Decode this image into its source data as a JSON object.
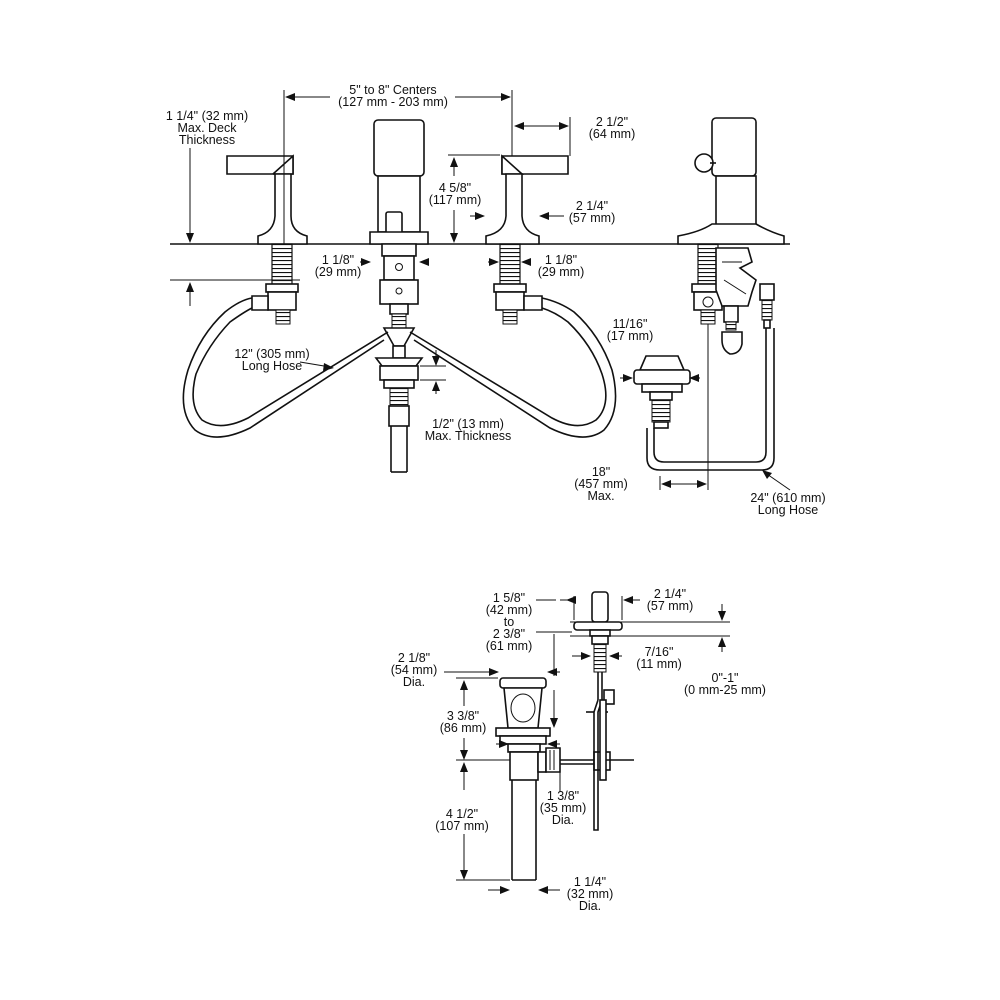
{
  "labels": {
    "centers": [
      "5\" to 8\" Centers",
      "(127 mm - 203 mm)"
    ],
    "deck_thickness": [
      "1 1/4\" (32 mm)",
      "Max. Deck",
      "Thickness"
    ],
    "handle_offset": [
      "2 1/2\"",
      "(64 mm)"
    ],
    "handle_height": [
      "4 5/8\"",
      "(117 mm)"
    ],
    "handle_base": [
      "2 1/4\"",
      "(57 mm)"
    ],
    "shank_left": [
      "1 1/8\"",
      "(29 mm)"
    ],
    "shank_right": [
      "1 1/8\"",
      "(29 mm)"
    ],
    "hose_12": [
      "12\" (305 mm)",
      "Long Hose"
    ],
    "thickness_half": [
      "1/2\" (13 mm)",
      "Max. Thickness"
    ],
    "nut_11_16": [
      "11/16\"",
      "(17 mm)"
    ],
    "reach_18": [
      "18\"",
      "(457 mm)",
      "Max."
    ],
    "hose_24": [
      "24\" (610 mm)",
      "Long Hose"
    ],
    "lift_rod_extent": [
      "1 5/8\"",
      "(42 mm)",
      "to",
      "2 3/8\"",
      "(61 mm)"
    ],
    "lift_knob": [
      "2 1/4\"",
      "(57 mm)"
    ],
    "rod_hole": [
      "7/16\"",
      "(11 mm)"
    ],
    "deck_range": [
      "0\"-1\"",
      "(0 mm-25 mm)"
    ],
    "drain_flange": [
      "2 1/8\"",
      "(54 mm)",
      "Dia."
    ],
    "drain_body": [
      "3 3/8\"",
      "(86 mm)"
    ],
    "pivot_port": [
      "1 3/8\"",
      "(35 mm)",
      "Dia."
    ],
    "tailpiece_length": [
      "4 1/2\"",
      "(107 mm)"
    ],
    "tailpiece_dia": [
      "1 1/4\"",
      "(32 mm)",
      "Dia."
    ]
  }
}
